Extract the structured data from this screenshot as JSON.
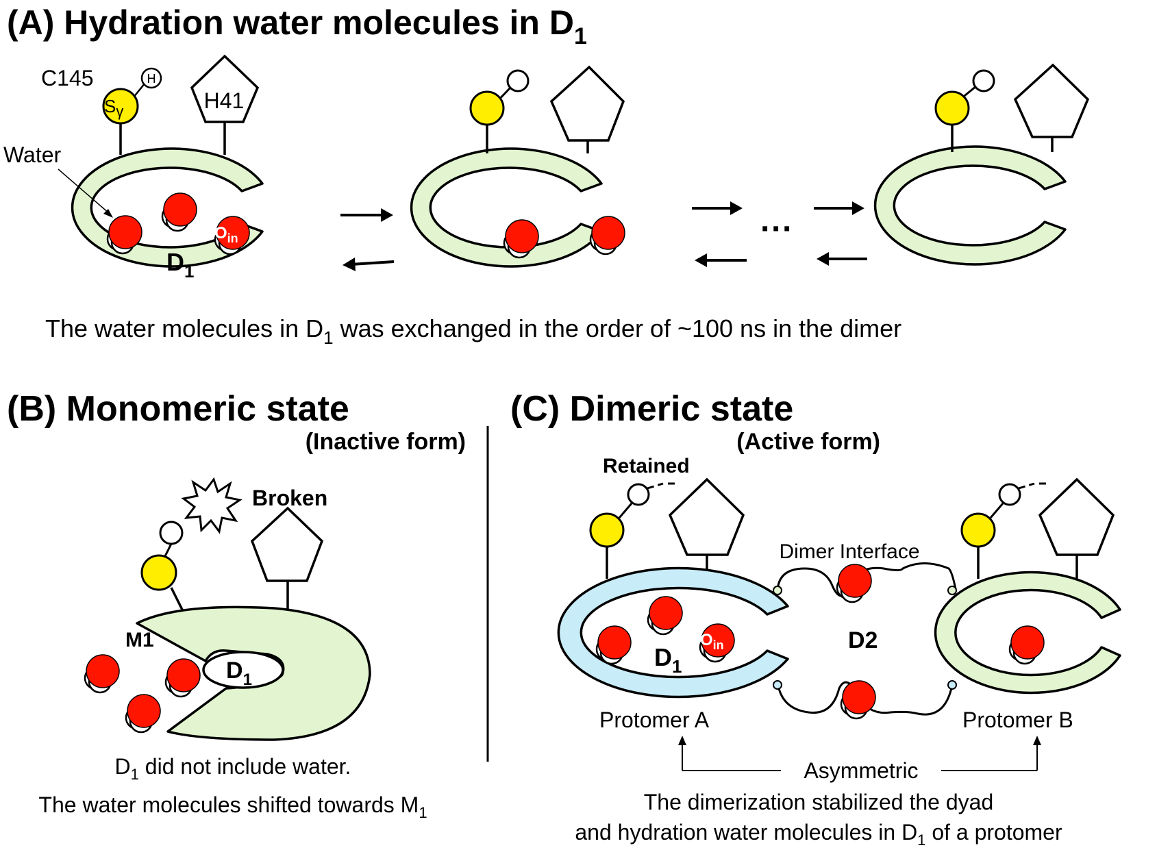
{
  "panel_a": {
    "title_main": "(A) Hydration water molecules in D",
    "title_sub": "1",
    "residue_c": "C145",
    "residue_h": "H41",
    "sg_main": "S",
    "sg_greek": "γ",
    "h_atom": "H",
    "water_label": "Water",
    "d1_main": "D",
    "d1_sub": "1",
    "oin_main": "O",
    "oin_sub": "in",
    "ellipsis": "···",
    "caption_1": "The water molecules in D",
    "caption_sub": "1",
    "caption_2": " was exchanged in the order of ~100 ns in the dimer"
  },
  "panel_b": {
    "title": "(B) Monomeric state",
    "subtitle": "(Inactive form)",
    "broken_label": "Broken",
    "m1_label": "M1",
    "d1_main": "D",
    "d1_sub": "1",
    "caption_line1_main": "D",
    "caption_line1_sub": "1",
    "caption_line1_rest": " did not include water.",
    "caption_line2_main": "The water molecules shifted towards M",
    "caption_line2_sub": "1"
  },
  "panel_c": {
    "title": "(C) Dimeric state",
    "subtitle": "(Active form)",
    "retained_label": "Retained",
    "interface_label": "Dimer Interface",
    "d1_main": "D",
    "d1_sub": "1",
    "oin_main": "O",
    "oin_sub": "in",
    "d2_label": "D2",
    "protomer_a": "Protomer A",
    "protomer_b": "Protomer B",
    "asymmetric_label": "Asymmetric",
    "caption_line1": "The dimerization stabilized the dyad",
    "caption_line2_main": "and hydration water molecules in D",
    "caption_line2_sub": "1",
    "caption_line2_rest": " of a protomer"
  },
  "colors": {
    "sulfur": "#ffee00",
    "oxygen": "#ff1500",
    "pocket_green": "#e2f5d0",
    "pocket_blue": "#c8ecf8",
    "outline": "#000000"
  }
}
